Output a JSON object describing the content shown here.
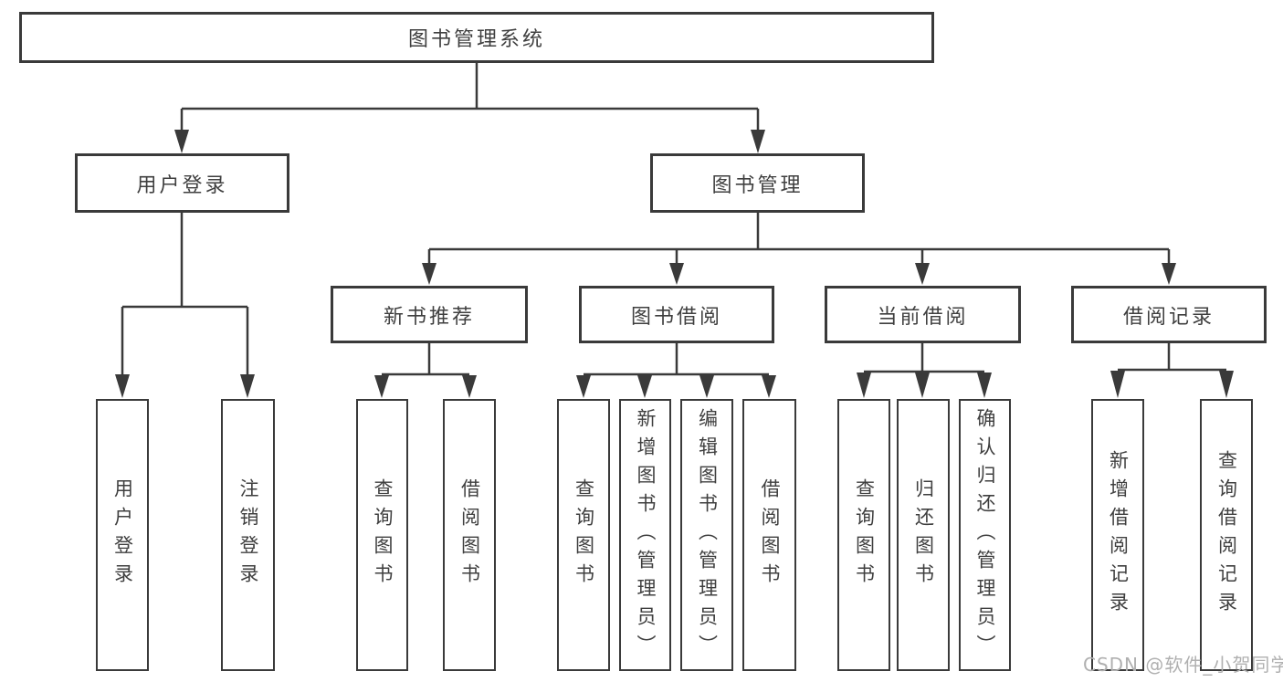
{
  "root": {
    "label": "图书管理系统"
  },
  "level2": [
    {
      "label": "用户登录"
    },
    {
      "label": "图书管理"
    }
  ],
  "level3": [
    {
      "label": "新书推荐"
    },
    {
      "label": "图书借阅"
    },
    {
      "label": "当前借阅"
    },
    {
      "label": "借阅记录"
    }
  ],
  "leaves": [
    {
      "label": "用户登录"
    },
    {
      "label": "注销登录"
    },
    {
      "label": "查询图书"
    },
    {
      "label": "借阅图书"
    },
    {
      "label": "查询图书"
    },
    {
      "label": "新增图书（管理员）"
    },
    {
      "label": "编辑图书（管理员）"
    },
    {
      "label": "借阅图书"
    },
    {
      "label": "查询图书"
    },
    {
      "label": "归还图书"
    },
    {
      "label": "确认归还（管理员）"
    },
    {
      "label": "新增借阅记录"
    },
    {
      "label": "查询借阅记录"
    }
  ],
  "watermark": {
    "text": "CSDN @软件_小贺同学"
  },
  "colors": {
    "line": "#3a3a3a",
    "text": "#3f3f3f",
    "background": "#ffffff",
    "watermark": "#b0b0b0"
  }
}
